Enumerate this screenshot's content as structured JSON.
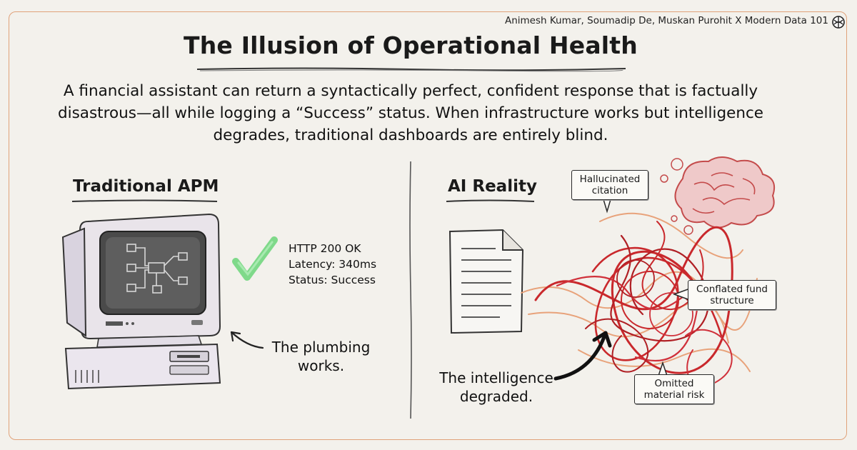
{
  "credit": "Animesh Kumar, Soumadip De, Muskan Purohit X Modern Data 101",
  "title": "The Illusion of Operational Health",
  "lead": "A financial assistant can return a syntactically perfect, confident response that is factually disastrous—all while logging a “Success” status. When infrastructure works but intelligence degrades, traditional dashboards are entirely blind.",
  "left": {
    "heading": "Traditional APM",
    "metrics": [
      "HTTP 200 OK",
      "Latency: 340ms",
      "Status: Success"
    ],
    "note": "The plumbing works."
  },
  "right": {
    "heading": "AI Reality",
    "callouts": {
      "hallucinated": "Hallucinated citation",
      "conflated": "Conflated fund structure",
      "omitted": "Omitted material risk"
    },
    "note": "The intelligence degraded."
  },
  "colors": {
    "frame": "#e0a27a",
    "check": "#7fd98a",
    "tangle": "#c9282c",
    "brain": "#d96b6b",
    "background": "#f3f1ec"
  },
  "icons": [
    "computer-icon",
    "checkmark-icon",
    "document-icon",
    "brain-icon",
    "tangled-threads-icon",
    "arrow-icon",
    "modern-data-logo-icon"
  ]
}
